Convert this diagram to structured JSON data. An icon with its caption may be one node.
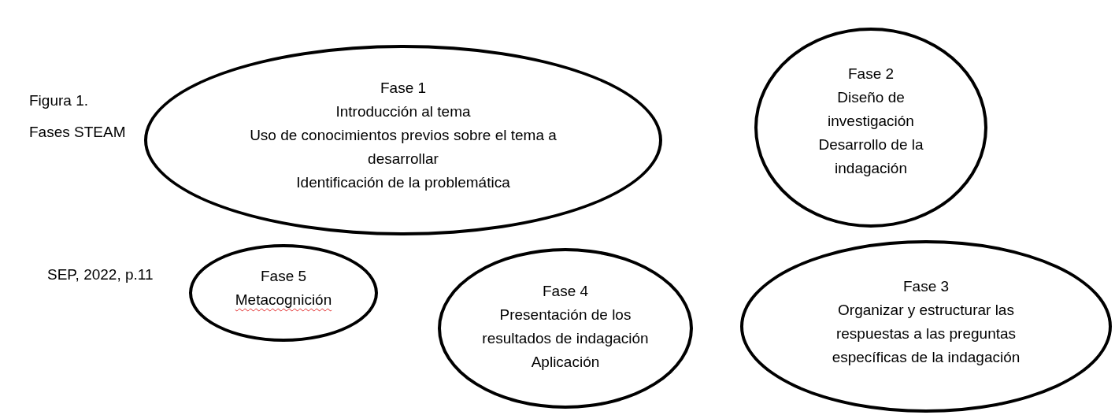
{
  "diagram": {
    "nodes": [
      {
        "text": [
          "Fase 1",
          "Introducción al tema",
          "Uso de conocimientos previos sobre el tema a desarrollar",
          "Identificación de la problemática"
        ]
      },
      {
        "text": [
          "Fase 2",
          "Diseño de investigación",
          "Desarrollo de la indagación"
        ]
      },
      {
        "text": [
          "Fase 5",
          "Metacognición"
        ]
      },
      {
        "text": [
          "Fase 4",
          "Presentación de los resultados de indagación",
          "Aplicación"
        ]
      },
      {
        "text": [
          "Fase 3",
          "Organizar y estructurar las respuestas a las preguntas específicas de la indagación"
        ]
      }
    ],
    "labels": [
      "Figura 1.",
      "Fases STEAM",
      "SEP, 2022, p.11"
    ]
  }
}
